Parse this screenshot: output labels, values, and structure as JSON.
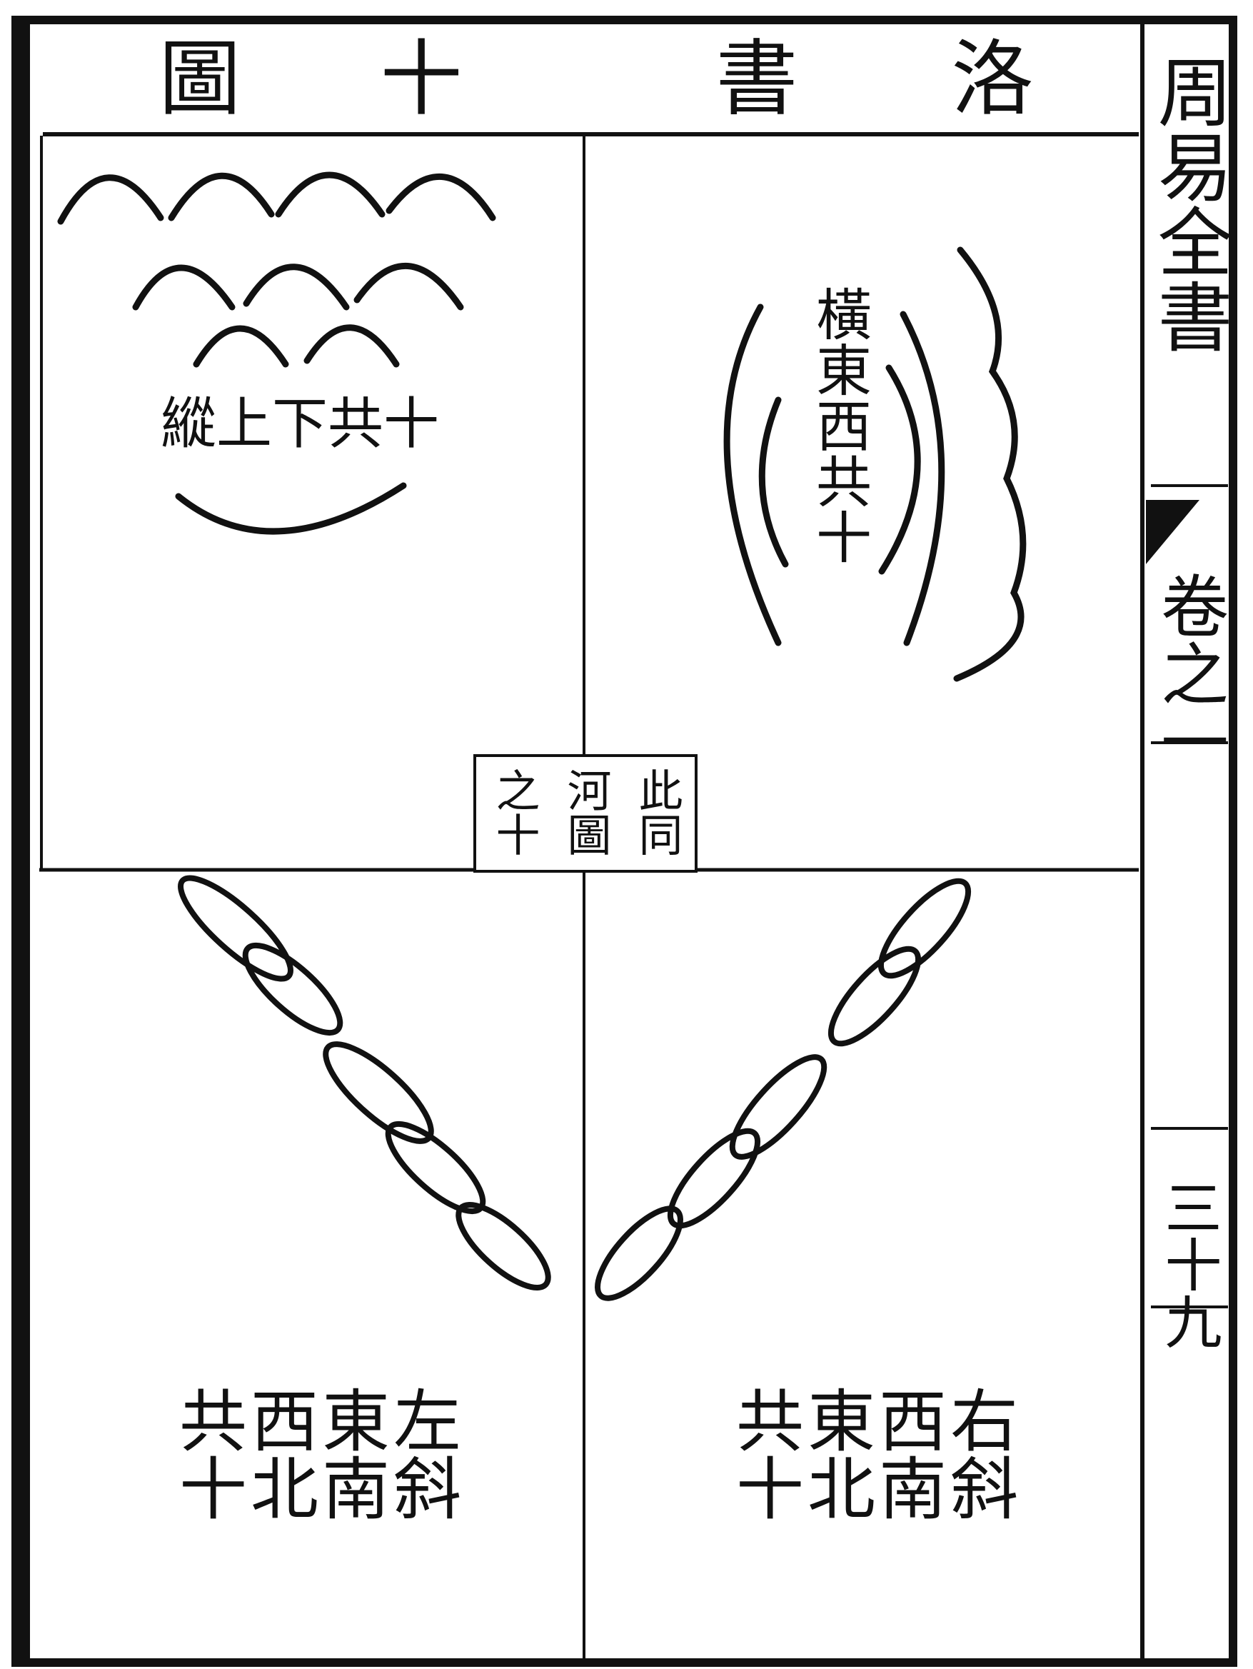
{
  "page_title": {
    "chars": [
      "洛",
      "書",
      "十",
      "圖"
    ]
  },
  "side_margin": {
    "book_title": "周易全書",
    "volume": "卷之一",
    "page_number": "三十九"
  },
  "center_note": {
    "columns": [
      "此同",
      "河圖",
      "之十"
    ]
  },
  "panels": {
    "top_left_label": "縱上下共十",
    "top_right_label": "橫東西共十",
    "bottom_left_label": [
      "左斜",
      "東南",
      "西北",
      "共十"
    ],
    "bottom_right_label": [
      "右斜",
      "西南",
      "東北",
      "共十"
    ]
  },
  "colors": {
    "ink": "#111111",
    "paper": "#ffffff",
    "fish_tail": "#111111"
  },
  "icons": {
    "fish_tail": "black-triangle-marker"
  }
}
